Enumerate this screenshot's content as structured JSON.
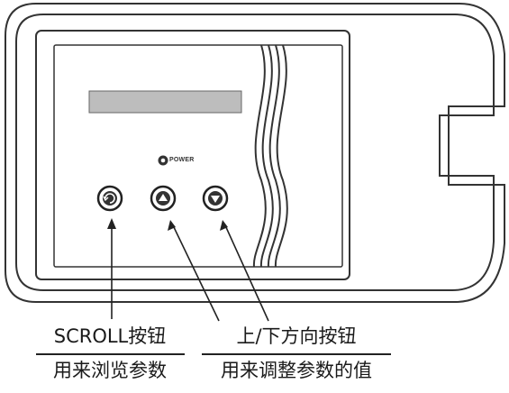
{
  "device": {
    "brand_text": "POWER",
    "buttons": [
      {
        "name": "scroll-button",
        "icon": "scroll-icon"
      },
      {
        "name": "up-button",
        "icon": "arrow-up-icon"
      },
      {
        "name": "down-button",
        "icon": "arrow-down-icon"
      }
    ]
  },
  "callouts": {
    "scroll": {
      "title": "SCROLL按钮",
      "desc": "用来浏览参数"
    },
    "updown": {
      "title": "上/下方向按钮",
      "desc": "用来调整参数的值"
    }
  },
  "colors": {
    "line": "#333333",
    "display": "#bdbdbd",
    "background": "#ffffff"
  }
}
